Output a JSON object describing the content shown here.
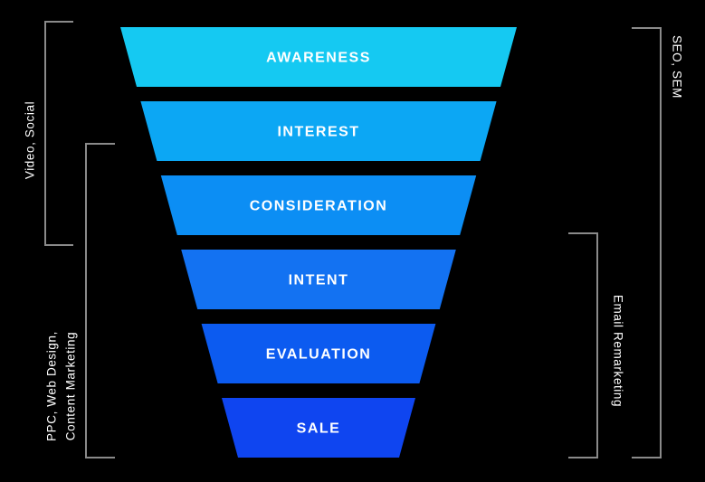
{
  "colors": {
    "background": "#000000",
    "text": "#ffffff",
    "bracket": "#8a8a8a"
  },
  "funnel": {
    "stages": [
      {
        "label": "AWARENESS",
        "color": "#15C9F2"
      },
      {
        "label": "INTEREST",
        "color": "#0CA7F4"
      },
      {
        "label": "CONSIDERATION",
        "color": "#0C8EF4"
      },
      {
        "label": "INTENT",
        "color": "#1372F2"
      },
      {
        "label": "EVALUATION",
        "color": "#0C5BF0"
      },
      {
        "label": "SALE",
        "color": "#0F45F0"
      }
    ]
  },
  "side_labels": {
    "video_social": "Video, Social",
    "ppc_line1": "PPC, Web Design,",
    "ppc_line2": "Content Marketing",
    "seo_sem": "SEO, SEM",
    "email_remarketing": "Email Remarketing"
  }
}
